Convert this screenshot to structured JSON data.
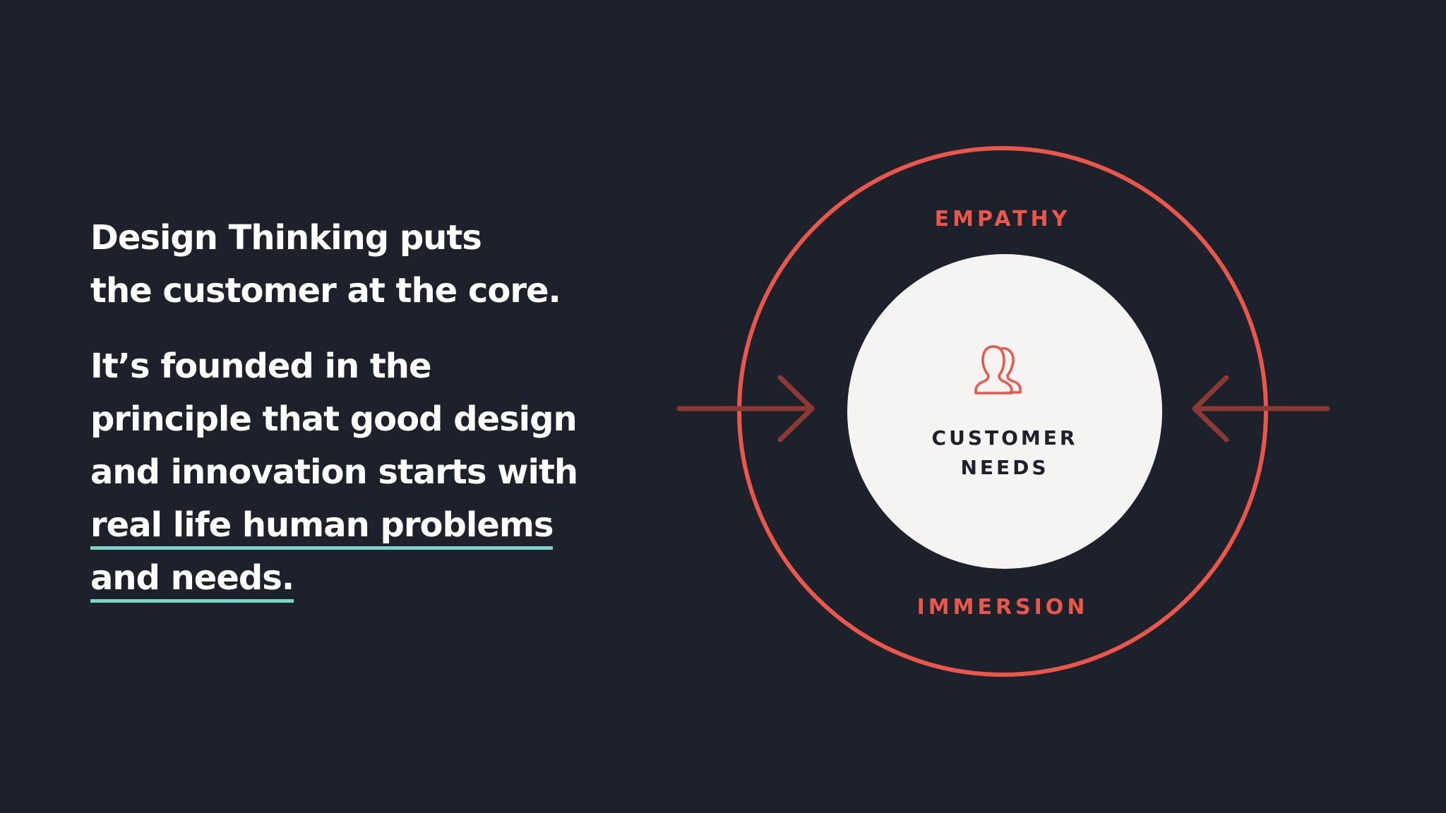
{
  "heading": {
    "lines": [
      "Design Thinking puts",
      "the customer at the core."
    ]
  },
  "body": {
    "lines": [
      "It’s founded in the",
      "principle that good design",
      "and innovation starts with"
    ],
    "underlined_lines": [
      "real life human problems",
      "and needs."
    ]
  },
  "diagram": {
    "outer_label_top": "EMPATHY",
    "outer_label_bottom": "IMMERSION",
    "core_label_line1": "CUSTOMER",
    "core_label_line2": "NEEDS",
    "core_icon": "people-icon"
  },
  "colors": {
    "background": "#1d212b",
    "accent_red": "#e8574a",
    "arrow_dark_red": "#8a3a33",
    "underline_teal": "#7fd3c8",
    "core_fill": "#f5f4f3",
    "core_text": "#1d212b",
    "text_white": "#ffffff"
  }
}
